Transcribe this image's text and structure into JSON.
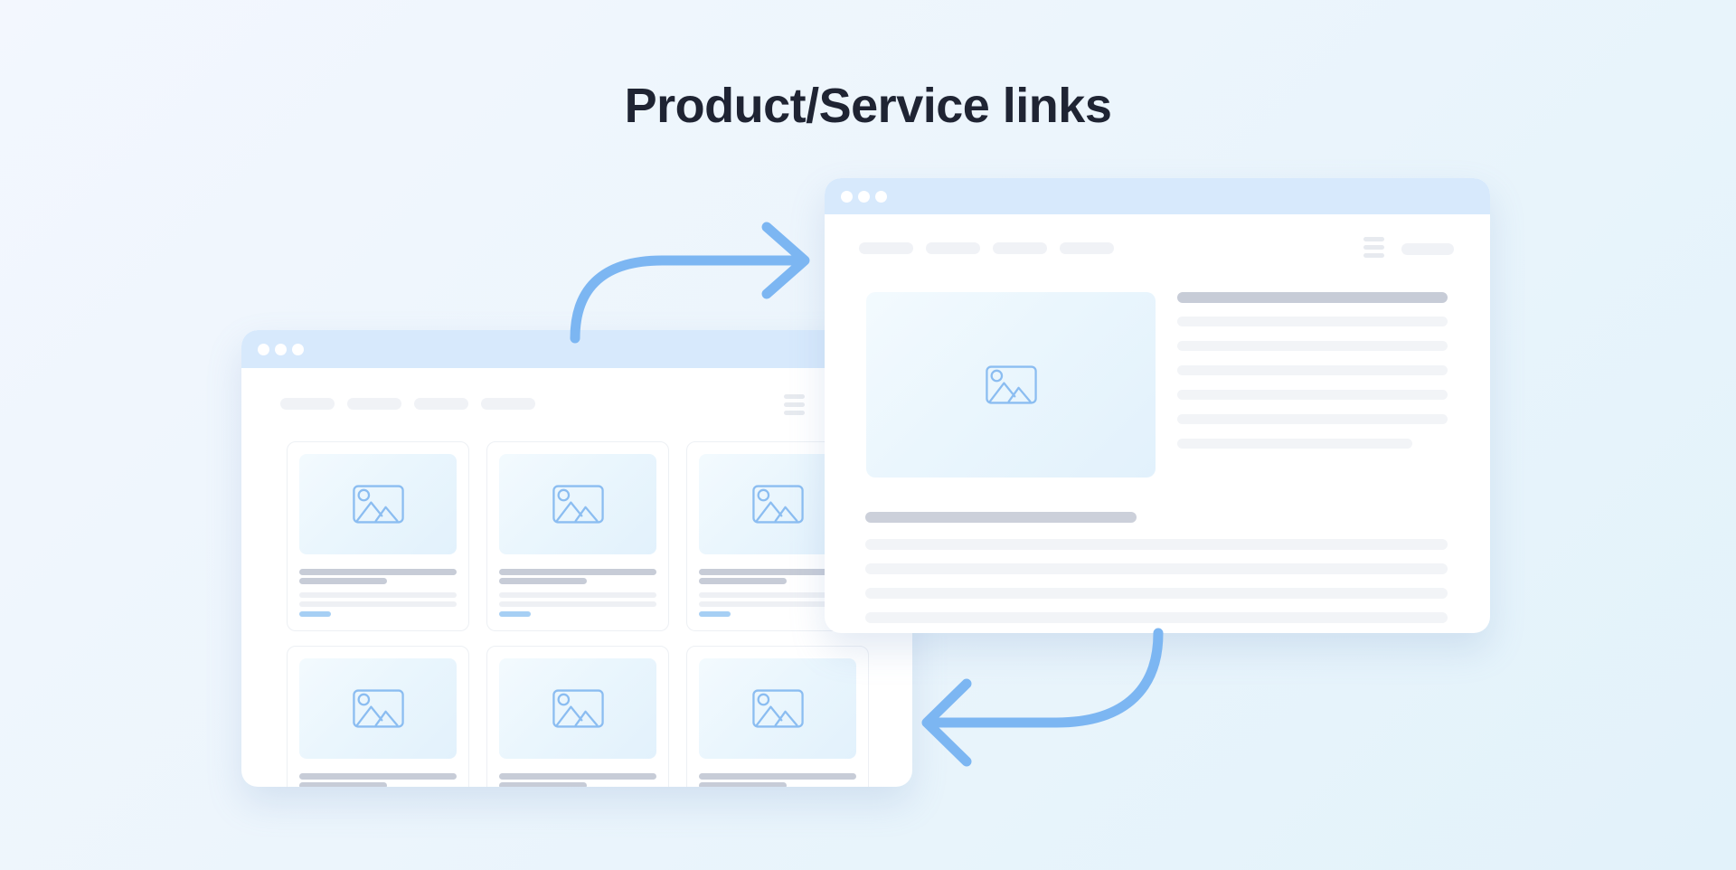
{
  "page": {
    "title": "Product/Service links"
  },
  "colors": {
    "bg_top": "#f3f7fe",
    "bg_bottom": "#e2f2fa",
    "title_text": "#1f2433",
    "window_bg": "#ffffff",
    "titlebar_blue": "#d7e9fc",
    "accent_arrow": "#7cb6f2",
    "pill_gray": "#f0f2f6",
    "card_border": "#edf0f4",
    "ph_dark": "#c7ccd7",
    "ph_light": "#f2f4f7",
    "ph_card_light": "#eef0f4",
    "ph_blue": "#a6cff4",
    "icon_stroke": "#8bbdf1"
  },
  "icons": {
    "traffic_lights": "three-white-window-control-dots",
    "menu": "hamburger-three-lines",
    "image_placeholder": "picture-frame-with-sun-and-mountains",
    "arrow_right": "curved-arrow-pointing-right",
    "arrow_left": "curved-arrow-pointing-left"
  },
  "listing_window": {
    "description": "product listing wireframe page",
    "traffic_light_count": 3,
    "nav_pill_count": 4,
    "has_menu_icon": true,
    "card_count": 6
  },
  "detail_window": {
    "description": "product detail wireframe page",
    "traffic_light_count": 3,
    "nav_pill_count": 4,
    "has_menu_icon": true,
    "menu_pill_count": 1,
    "spec_line_count": 6,
    "desc_line_count": 4
  },
  "arrows": [
    {
      "name": "arrow-listing-to-detail",
      "direction": "right"
    },
    {
      "name": "arrow-detail-to-listing",
      "direction": "left"
    }
  ]
}
